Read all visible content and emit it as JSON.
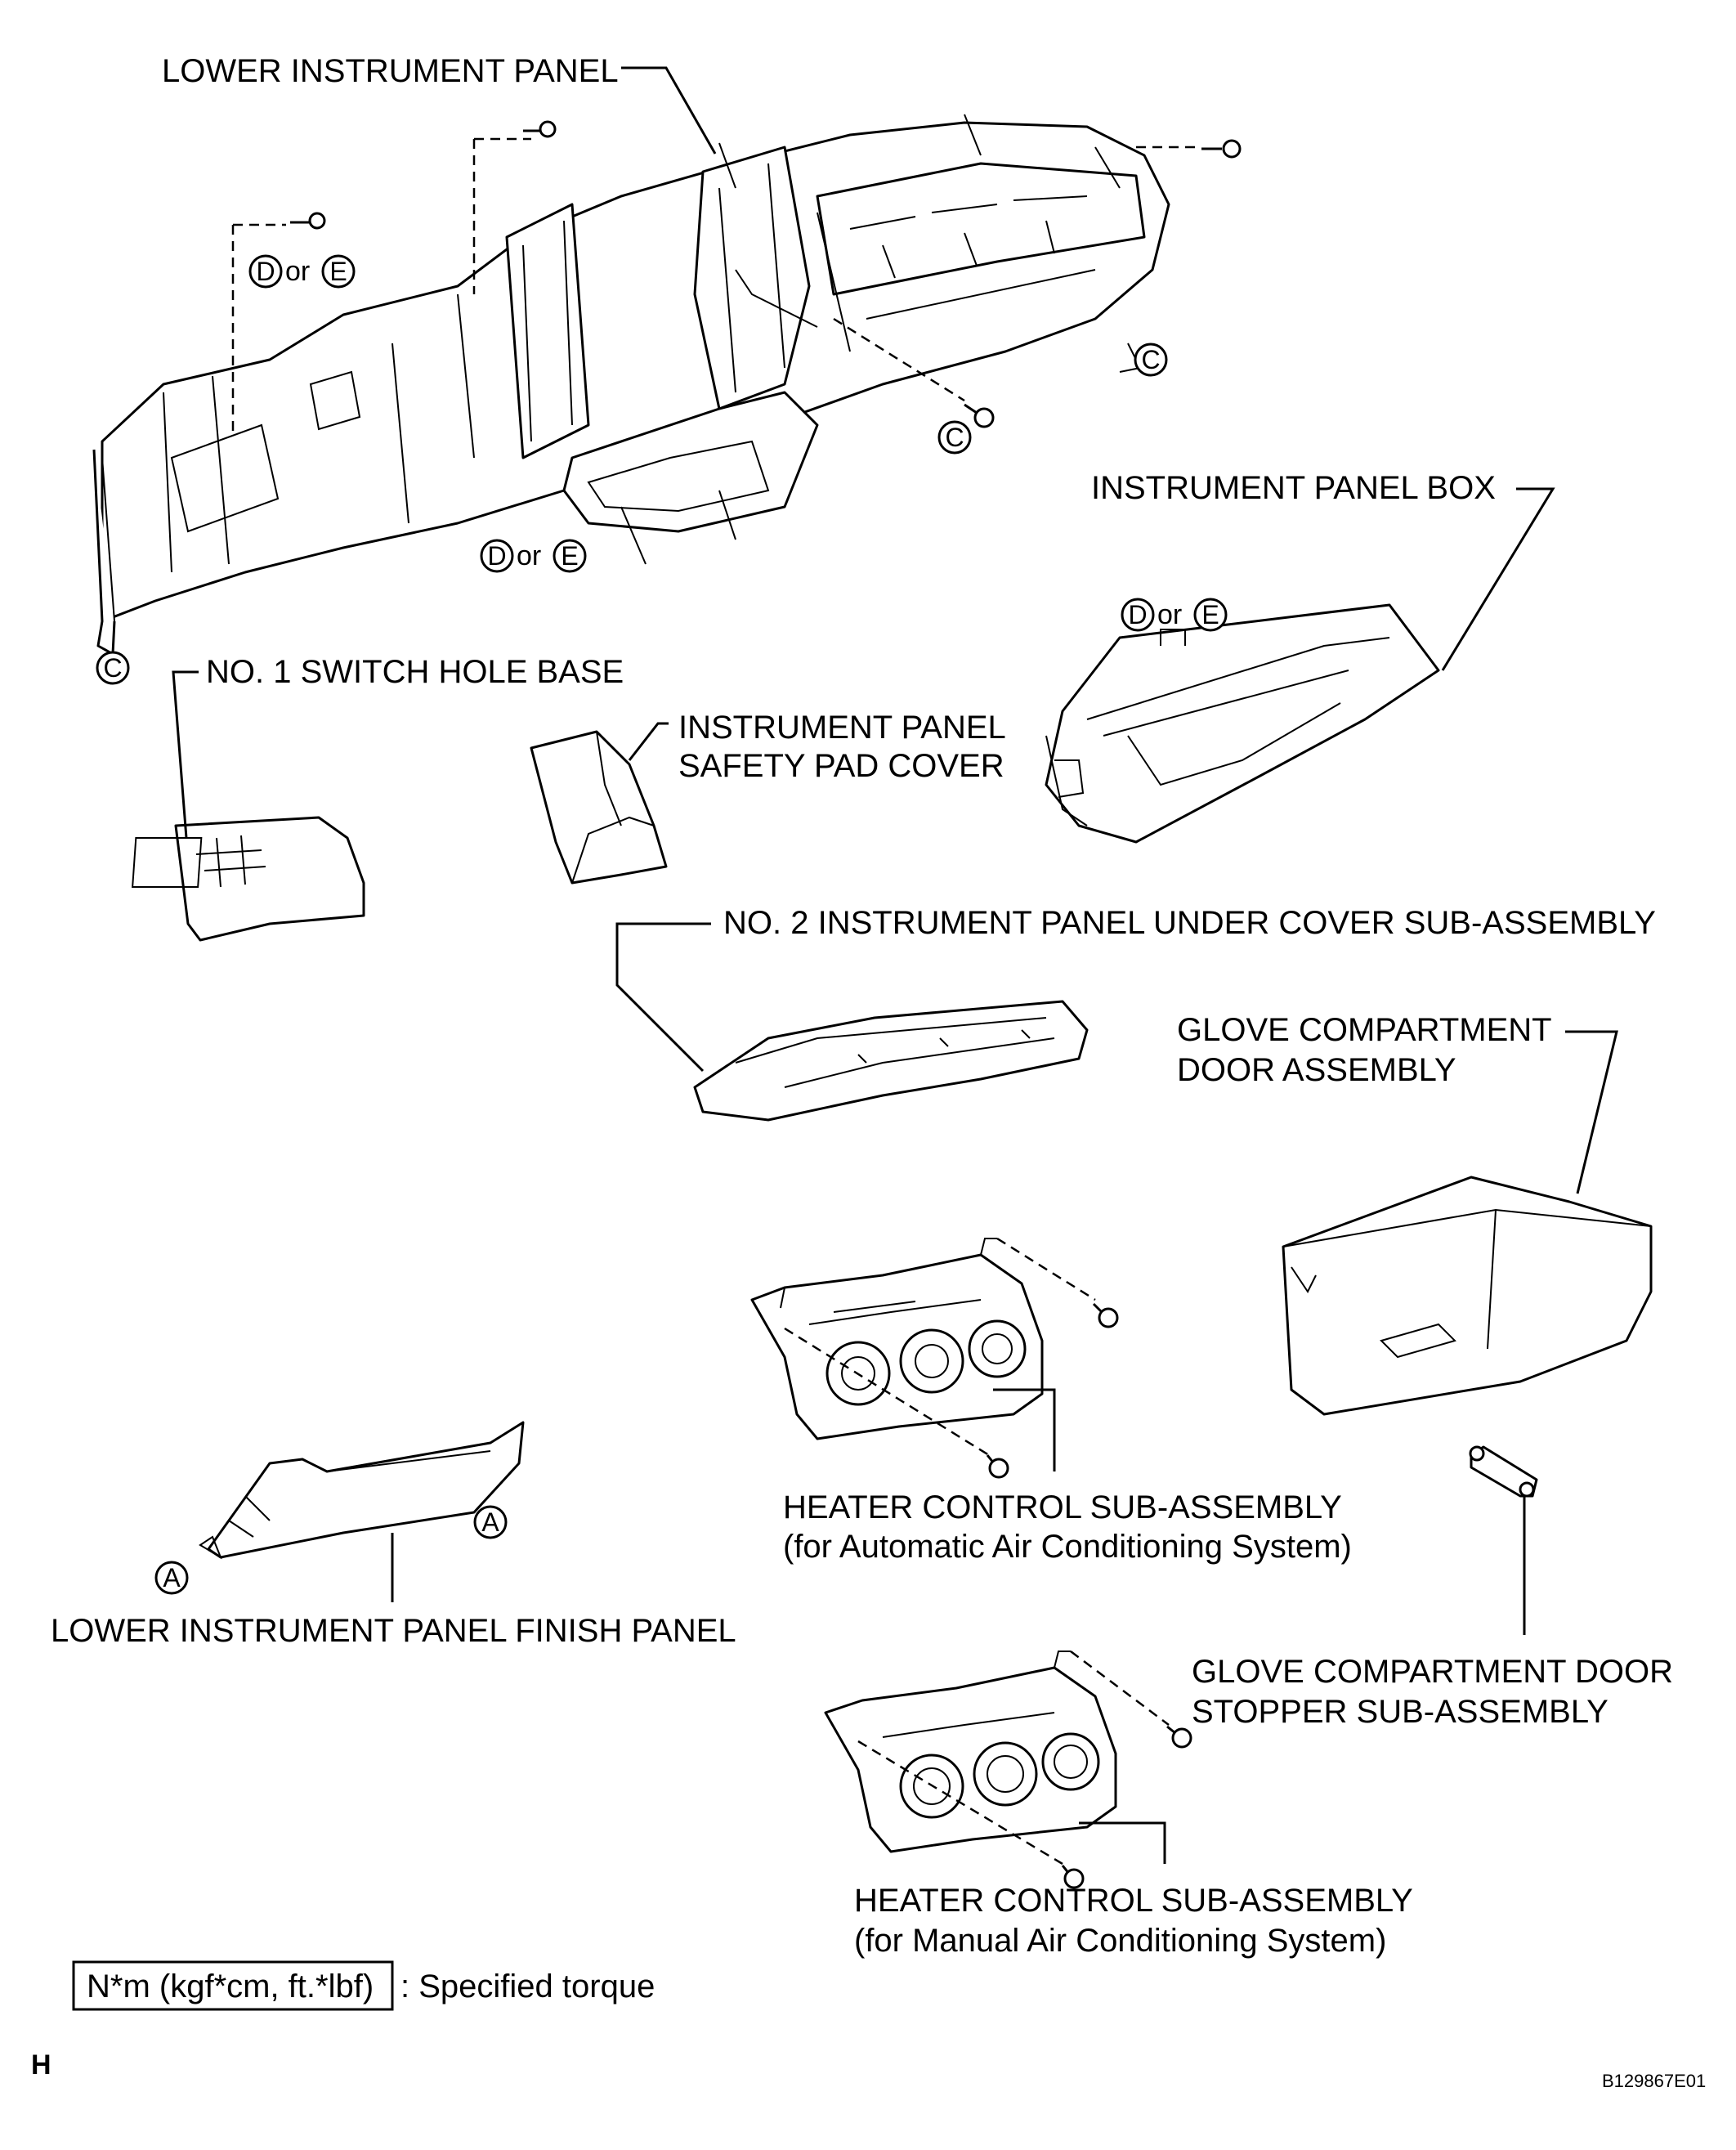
{
  "labels": {
    "lower_instrument_panel": "LOWER INSTRUMENT PANEL",
    "instrument_panel_box": "INSTRUMENT PANEL BOX",
    "switch_hole_base": "NO. 1 SWITCH HOLE BASE",
    "safety_pad_cover_1": "INSTRUMENT PANEL",
    "safety_pad_cover_2": "SAFETY PAD COVER",
    "under_cover": "NO. 2 INSTRUMENT PANEL UNDER COVER SUB-ASSEMBLY",
    "glove_door_1": "GLOVE COMPARTMENT",
    "glove_door_2": "DOOR ASSEMBLY",
    "heater_auto_1": "HEATER CONTROL SUB-ASSEMBLY",
    "heater_auto_2": "(for Automatic Air Conditioning System)",
    "finish_panel": "LOWER INSTRUMENT PANEL FINISH PANEL",
    "stopper_1": "GLOVE COMPARTMENT DOOR",
    "stopper_2": "STOPPER SUB-ASSEMBLY",
    "heater_manual_1": "HEATER CONTROL SUB-ASSEMBLY",
    "heater_manual_2": "(for Manual Air Conditioning System)"
  },
  "markers": {
    "c": "C",
    "d": "D",
    "e": "E",
    "a": "A",
    "or": "or"
  },
  "legend": {
    "box": "N*m (kgf*cm, ft.*lbf)",
    "text": ": Specified torque"
  },
  "corner": {
    "page_letter": "H",
    "figure_id": "B129867E01"
  }
}
